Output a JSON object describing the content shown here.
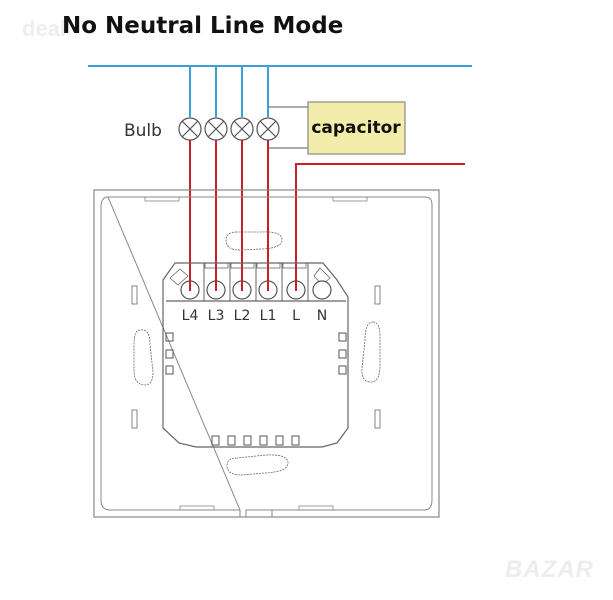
{
  "title": "No Neutral Line Mode",
  "watermark_top": "deal",
  "watermark_bottom": "BAZAR",
  "labels": {
    "bulb": "Bulb",
    "capacitor": "capacitor"
  },
  "terminals": [
    "L4",
    "L3",
    "L2",
    "L1",
    "L",
    "N"
  ],
  "colors": {
    "neutral_wire": "#3a9fd6",
    "live_wire": "#c8202a",
    "capacitor_fill": "#f3ecaa",
    "outline": "#555555"
  }
}
